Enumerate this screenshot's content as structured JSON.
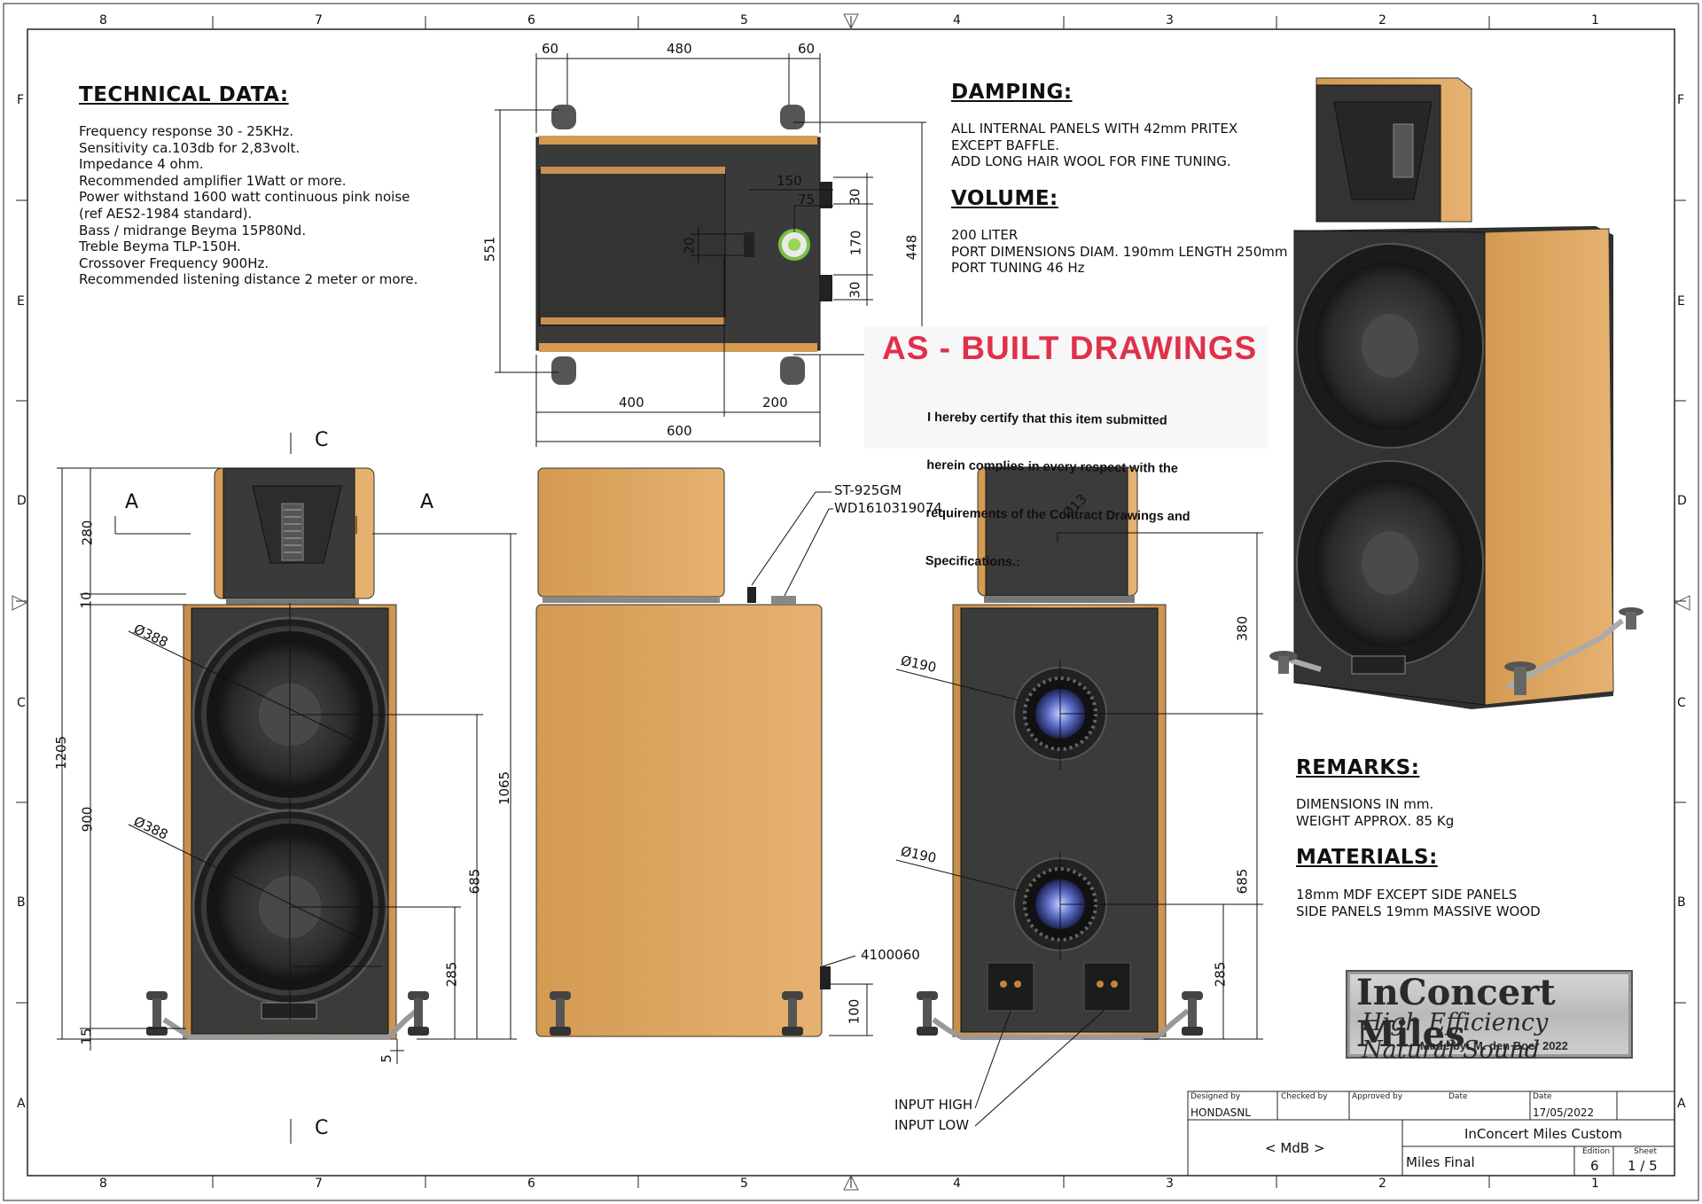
{
  "sheet": {
    "col_labels": [
      "8",
      "7",
      "6",
      "5",
      "4",
      "3",
      "2",
      "1"
    ],
    "row_labels": [
      "F",
      "E",
      "D",
      "C",
      "B",
      "A"
    ]
  },
  "technical": {
    "title": "TECHNICAL DATA:",
    "lines": [
      "Frequency response 30 - 25KHz.",
      "Sensitivity ca.103db for 2,83volt.",
      "Impedance 4 ohm.",
      "Recommended amplifier 1Watt or more.",
      "Power withstand 1600 watt continuous pink noise",
      "(ref AES2-1984 standard).",
      "Bass / midrange Beyma 15P80Nd.",
      "Treble Beyma TLP-150H.",
      "Crossover Frequency 900Hz.",
      "Recommended listening distance 2 meter or more."
    ]
  },
  "damping": {
    "title": "DAMPING:",
    "lines": [
      "ALL INTERNAL PANELS WITH 42mm PRITEX",
      "EXCEPT BAFFLE.",
      "ADD LONG HAIR WOOL FOR FINE TUNING."
    ]
  },
  "volume": {
    "title": "VOLUME:",
    "lines": [
      "200 LITER",
      "PORT DIMENSIONS DIAM. 190mm LENGTH 250mm",
      "PORT TUNING 46 Hz"
    ]
  },
  "stamp": {
    "title": "AS - BUILT DRAWINGS",
    "lines": [
      "I hereby certify that this item submitted",
      "herein complies in every respect with the",
      "requirements of the Contract Drawings and",
      "Specifications.:"
    ]
  },
  "remarks": {
    "title": "REMARKS:",
    "lines": [
      "DIMENSIONS IN mm.",
      "WEIGHT APPROX. 85 Kg"
    ]
  },
  "materials": {
    "title": "MATERIALS:",
    "lines": [
      "18mm MDF EXCEPT SIDE PANELS",
      "SIDE PANELS 19mm MASSIVE WOOD"
    ]
  },
  "logo": {
    "line1": "InConcert Miles",
    "line2": "High Efficiency Natural Sound",
    "line3": "Made by: M. den Boer 2022"
  },
  "title_block": {
    "designed_by_label": "Designed by",
    "designed_by": "HONDASNL",
    "checked_by_label": "Checked by",
    "approved_by_label": "Approved by",
    "date_label": "Date",
    "date_label2": "Date",
    "date": "17/05/2022",
    "drawn_by": "< MdB >",
    "project": "InConcert Miles Custom",
    "part": "Miles Final",
    "edition_label": "Edition",
    "edition": "6",
    "sheet_label": "Sheet",
    "sheet": "1 / 5"
  },
  "dims_top": {
    "d60a": "60",
    "d480": "480",
    "d60b": "60",
    "d150": "150",
    "d75": "75",
    "d30a": "30",
    "d170": "170",
    "d30b": "30",
    "d20": "20",
    "d551": "551",
    "d448": "448",
    "d400": "400",
    "d200": "200",
    "d600": "600"
  },
  "dims_front": {
    "sectionC_top": "C",
    "sectionC_bottom": "C",
    "sectionA_left": "A",
    "sectionA_right": "A",
    "d280": "280",
    "d10": "10",
    "d1205": "1205",
    "d900": "900",
    "d15": "15",
    "d5": "5",
    "d1065": "1065",
    "d685": "685",
    "d285": "285",
    "dia_woofer1": "Ø388",
    "dia_woofer2": "Ø388"
  },
  "dims_side": {
    "part1": "ST-925GM",
    "part2": "WD1610319074",
    "part3": "4100060",
    "d100": "100"
  },
  "dims_back": {
    "dia13": "Ø13",
    "d380": "380",
    "d685": "685",
    "d285": "285",
    "port1": "Ø190",
    "port2": "Ø190",
    "input_high": "INPUT HIGH",
    "input_low": "INPUT LOW"
  },
  "colors": {
    "wood": "#dca35c",
    "wood_dark": "#b9803e",
    "panel": "#3b3b3b",
    "stamp_red": "#e0304a"
  }
}
